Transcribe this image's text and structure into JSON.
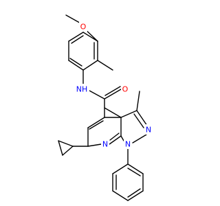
{
  "colors": {
    "background": "#ffffff",
    "bond": "#000000",
    "nitrogen": "#0000ff",
    "oxygen": "#ff0000"
  },
  "labels": {
    "methoxy_oxygen": "O",
    "amide_oxygen": "O",
    "amide_nh": "NH",
    "pyrazole_n2": "N",
    "pyrazole_n1": "N",
    "pyridine_n": "N"
  }
}
